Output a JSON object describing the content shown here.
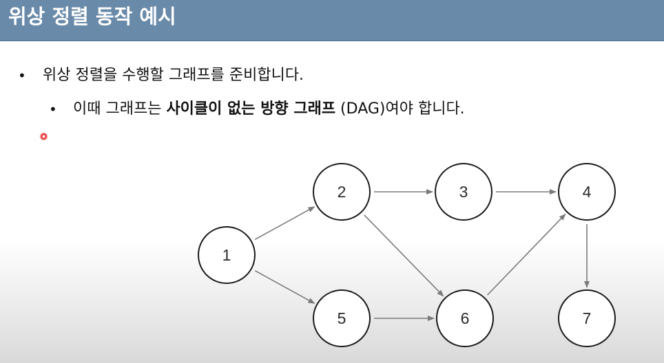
{
  "slide": {
    "title": "위상 정렬 동작 예시",
    "bullets": [
      {
        "marker": "•",
        "text": "위상 정렬을 수행할 그래프를 준비합니다."
      },
      {
        "marker": "•",
        "text_before": "이때 그래프는 ",
        "text_bold": "사이클이 없는 방향 그래프",
        "text_after": " (DAG)여야 합니다."
      }
    ]
  },
  "graph": {
    "nodes": [
      {
        "id": "1",
        "label": "1"
      },
      {
        "id": "2",
        "label": "2"
      },
      {
        "id": "3",
        "label": "3"
      },
      {
        "id": "4",
        "label": "4"
      },
      {
        "id": "5",
        "label": "5"
      },
      {
        "id": "6",
        "label": "6"
      },
      {
        "id": "7",
        "label": "7"
      }
    ],
    "edges": [
      {
        "from": "1",
        "to": "2"
      },
      {
        "from": "1",
        "to": "5"
      },
      {
        "from": "2",
        "to": "3"
      },
      {
        "from": "2",
        "to": "6"
      },
      {
        "from": "3",
        "to": "4"
      },
      {
        "from": "5",
        "to": "6"
      },
      {
        "from": "6",
        "to": "4"
      },
      {
        "from": "4",
        "to": "7"
      }
    ]
  },
  "colors": {
    "title_bar": "#6a8aaa",
    "title_text": "#ffffff",
    "edge": "#7a7a7a",
    "node_stroke": "#1a1a1a",
    "pointer": "#e53935"
  },
  "icons": {
    "pointer": "laser-pointer-dot-icon"
  }
}
